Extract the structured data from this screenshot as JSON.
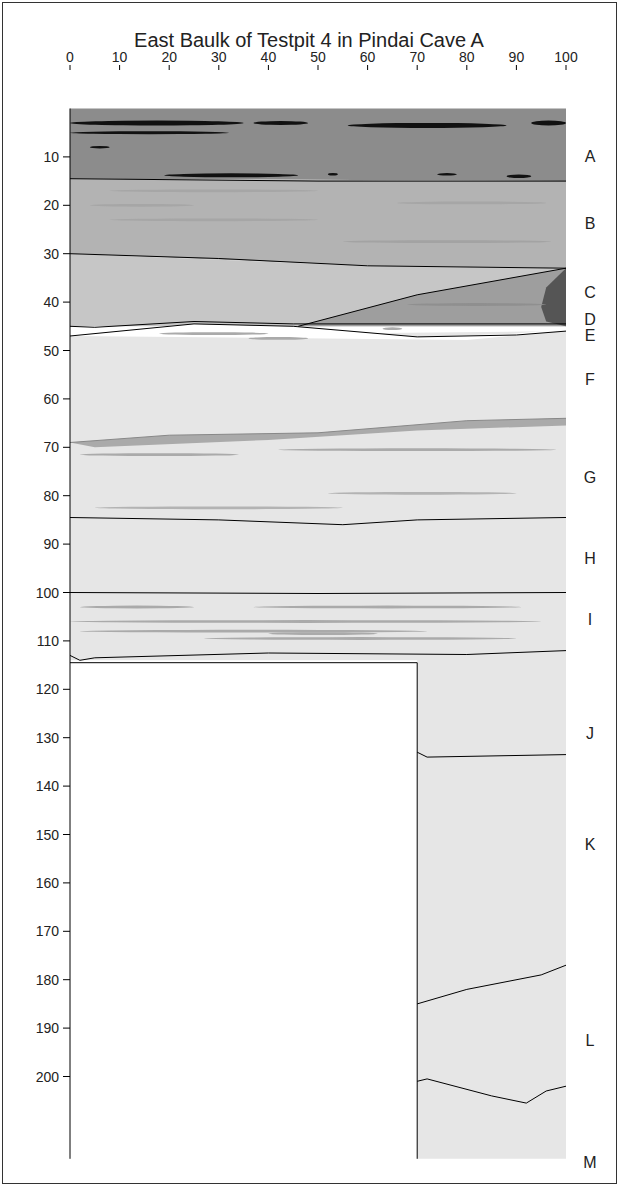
{
  "diagram": {
    "title": "East Baulk of Testpit 4 in Pindai Cave A",
    "labels": [
      "0",
      "10",
      "20",
      "30",
      "40",
      "50",
      "60",
      "70",
      "80",
      "90",
      "100",
      "10",
      "20",
      "30",
      "40",
      "50",
      "60",
      "70",
      "80",
      "90",
      "100",
      "110",
      "120",
      "130",
      "140",
      "150",
      "160",
      "170",
      "180",
      "190",
      "200",
      "A",
      "B",
      "C",
      "D",
      "E",
      "F",
      "G",
      "H",
      "I",
      "J",
      "K",
      "L",
      "M"
    ]
  }
}
